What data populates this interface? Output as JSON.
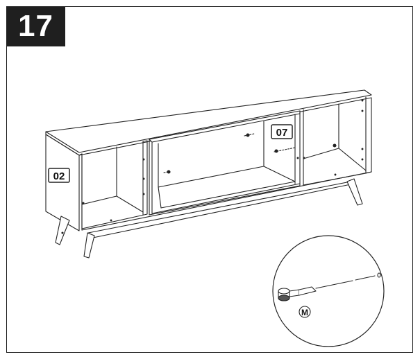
{
  "step": {
    "number": "17"
  },
  "parts": {
    "side_panel": "02",
    "shelf": "07",
    "hardware": "M"
  }
}
